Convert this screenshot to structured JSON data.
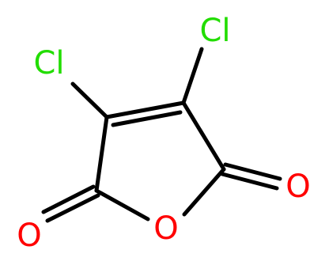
{
  "molecule": {
    "atoms": {
      "cl_left": {
        "label": "Cl",
        "element": "Cl"
      },
      "cl_right": {
        "label": "Cl",
        "element": "Cl"
      },
      "o_carbonyl_left": {
        "label": "O",
        "element": "O"
      },
      "o_ring": {
        "label": "O",
        "element": "O"
      },
      "o_carbonyl_right": {
        "label": "O",
        "element": "O"
      }
    },
    "colors": {
      "bond": "#000000",
      "chlorine": "#22dd00",
      "oxygen": "#ff0000"
    }
  }
}
